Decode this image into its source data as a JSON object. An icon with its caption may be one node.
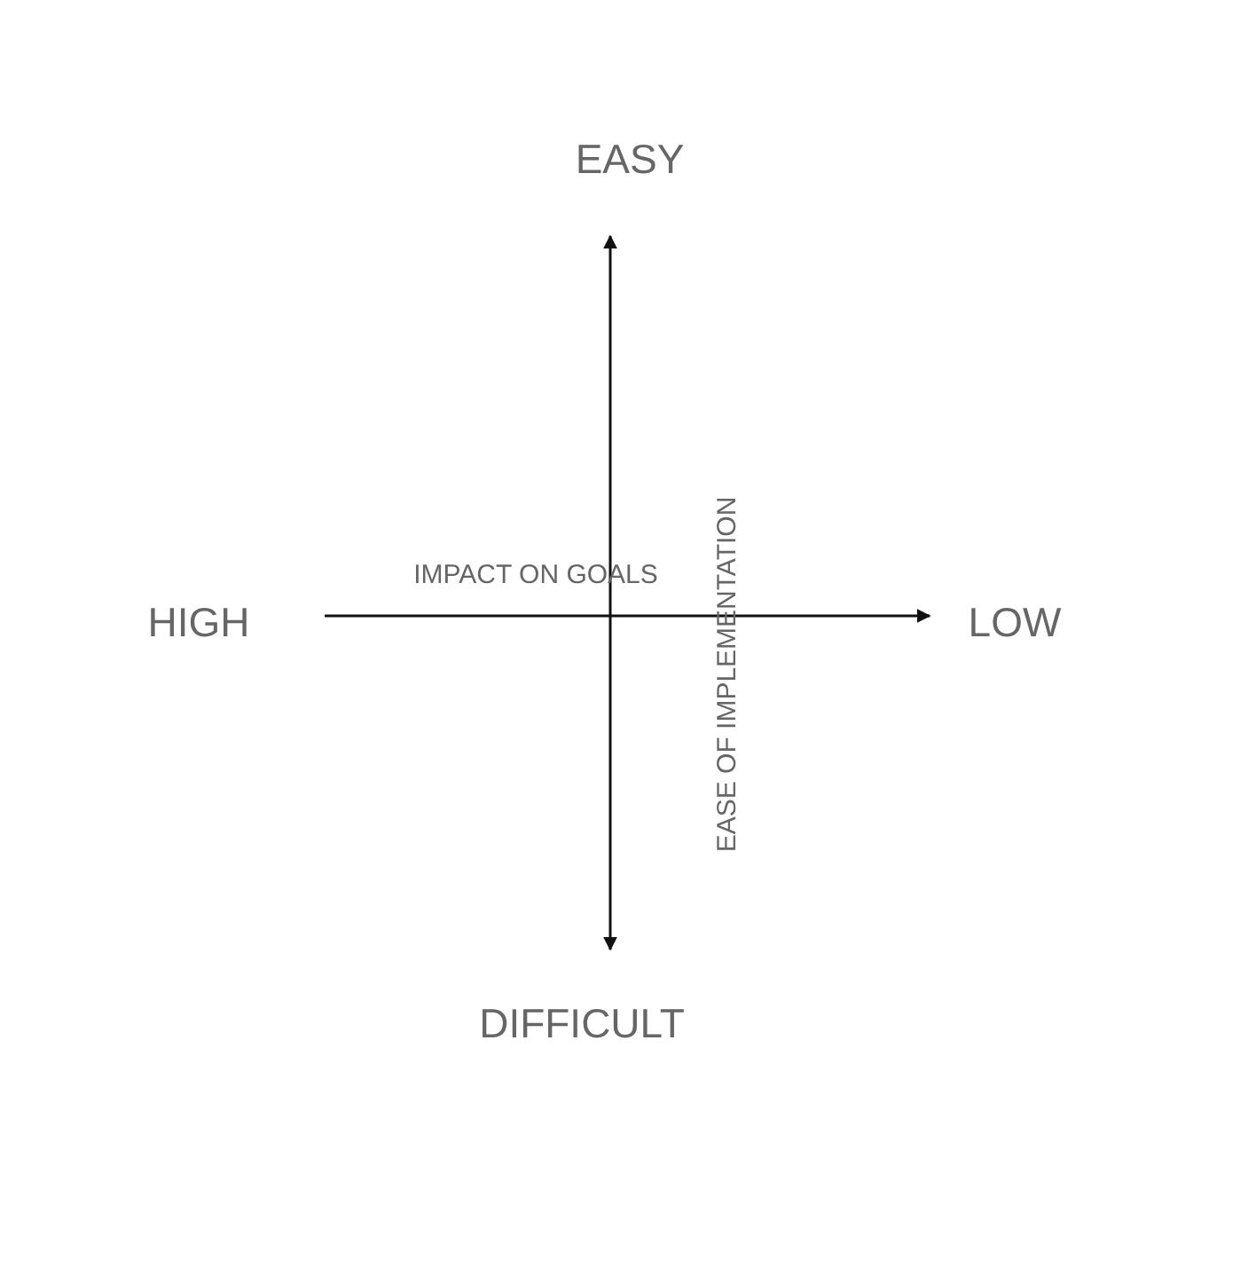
{
  "diagram": {
    "labels": [
      "EASY",
      "IMPACT ON GOALS",
      "HIGH",
      "EASE OF IMPLEMENTATION",
      "LOW",
      "DIFFICULT"
    ]
  }
}
